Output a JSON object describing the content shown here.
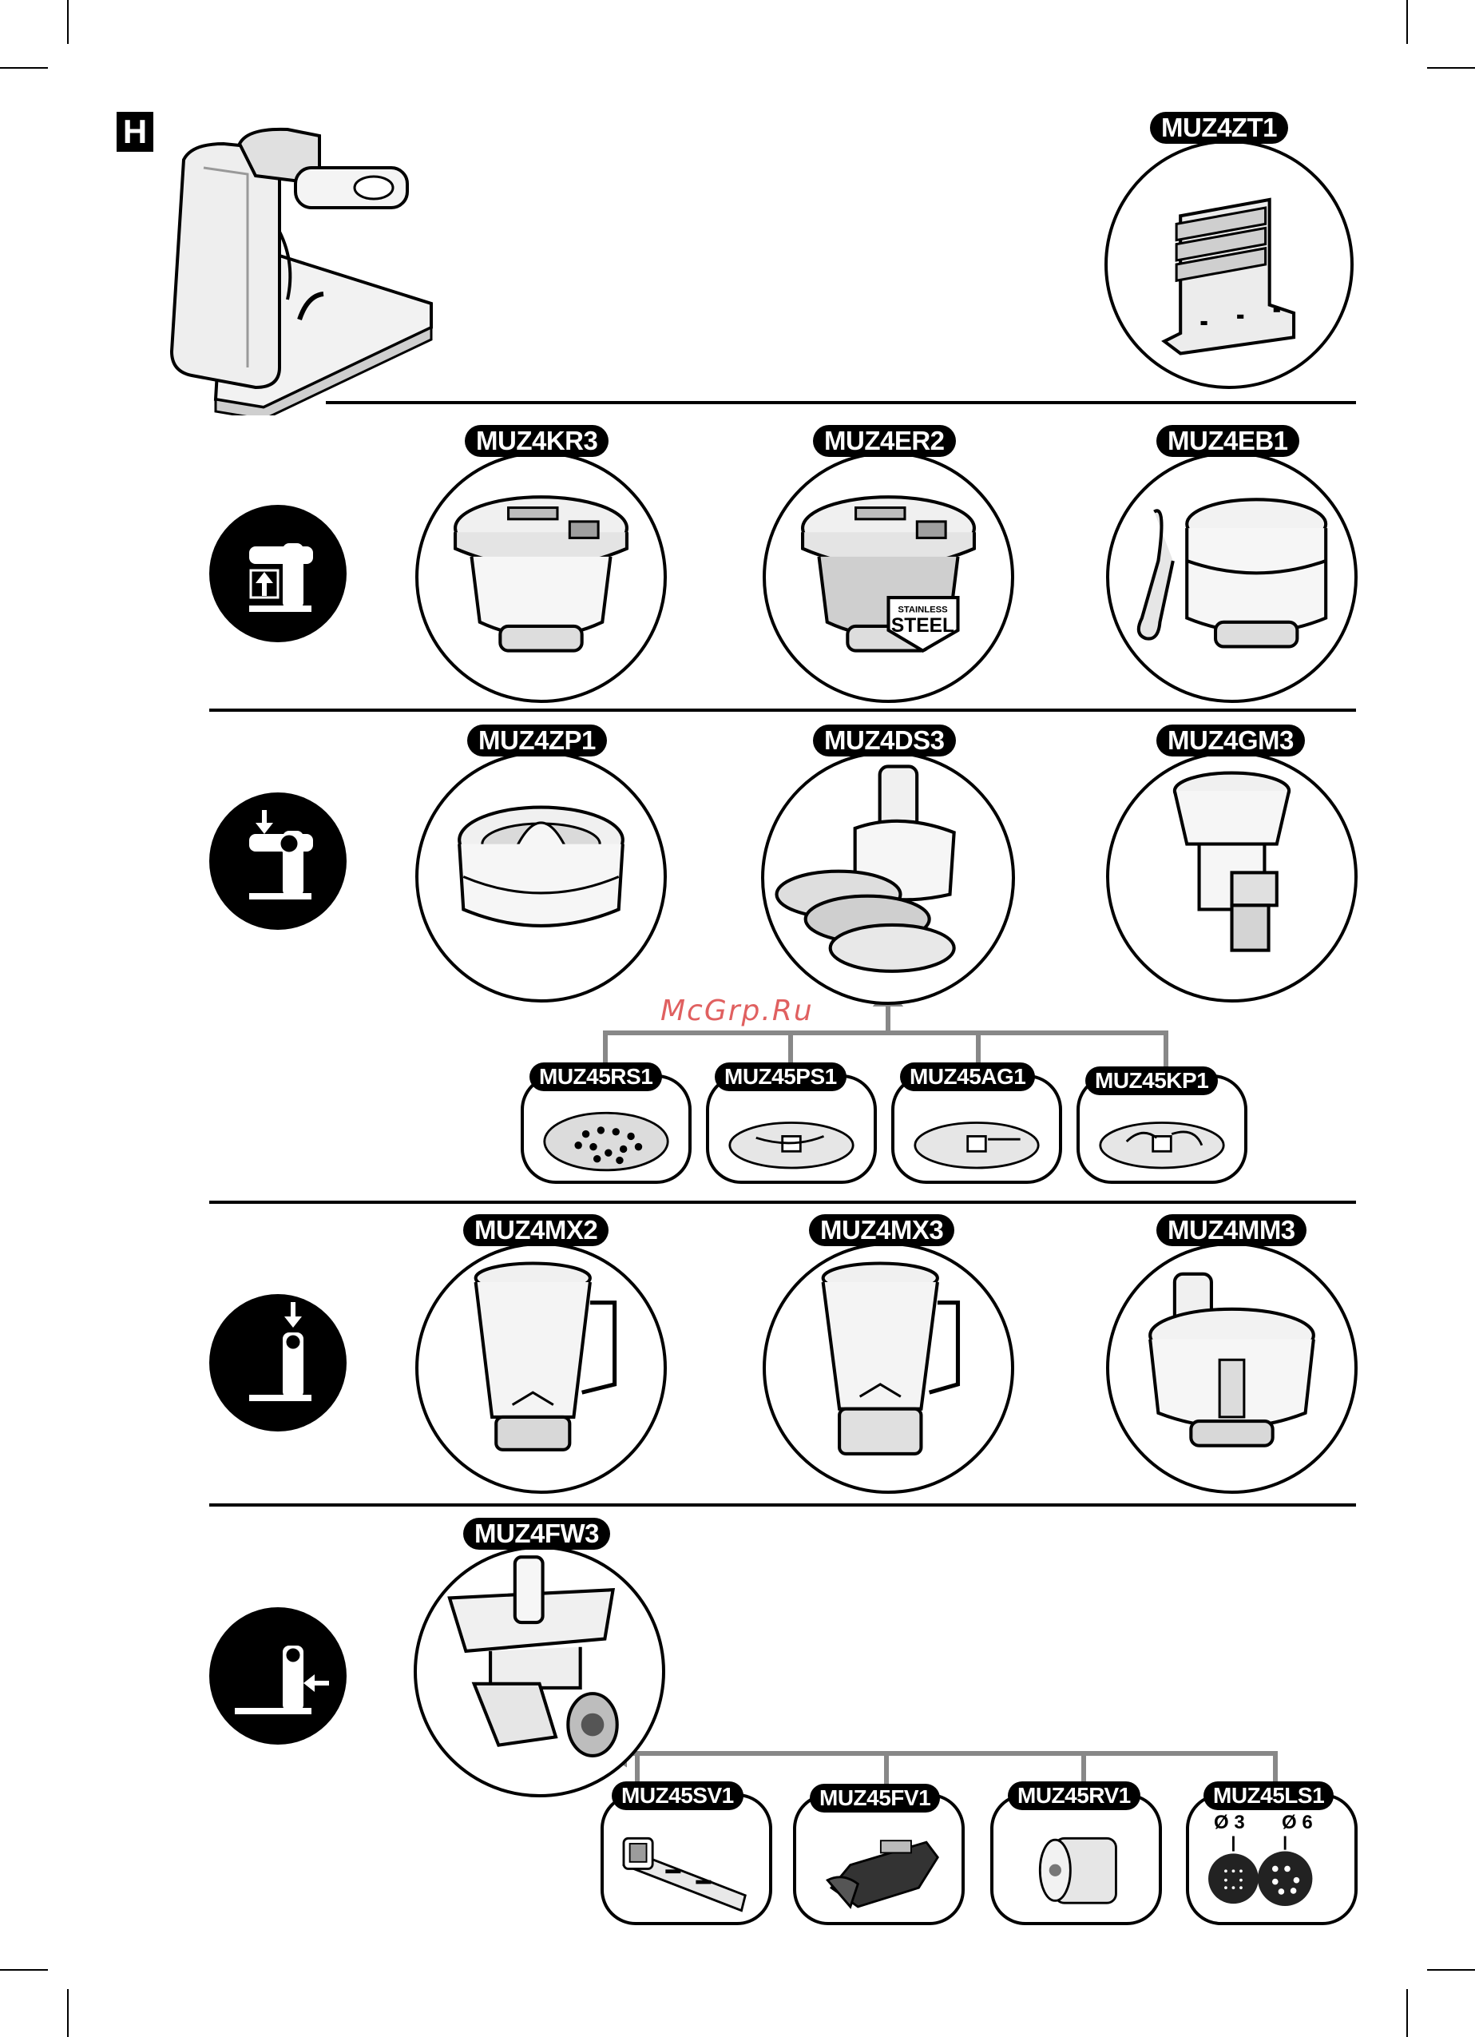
{
  "section_letter": "H",
  "watermark": "McGrp.Ru",
  "accessories": {
    "zt1": "MUZ4ZT1",
    "kr3": "MUZ4KR3",
    "er2": "MUZ4ER2",
    "eb1": "MUZ4EB1",
    "zp1": "MUZ4ZP1",
    "ds3": "MUZ4DS3",
    "gm3": "MUZ4GM3",
    "rs1": "MUZ45RS1",
    "ps1": "MUZ45PS1",
    "ag1": "MUZ45AG1",
    "kp1": "MUZ45KP1",
    "mx2": "MUZ4MX2",
    "mx3": "MUZ4MX3",
    "mm3": "MUZ4MM3",
    "fw3": "MUZ4FW3",
    "sv1": "MUZ45SV1",
    "fv1": "MUZ45FV1",
    "rv1": "MUZ45RV1",
    "ls1": "MUZ45LS1"
  },
  "stainless_badge": {
    "line1": "STAINLESS",
    "line2": "STEEL"
  },
  "disc_sizes": {
    "small": "Ø 3",
    "large": "Ø 6"
  },
  "icons": {
    "mode_1": "rear-drive-up-icon",
    "mode_2": "top-drive-down-icon",
    "mode_3": "blender-drive-icon",
    "mode_4": "front-drive-icon"
  }
}
